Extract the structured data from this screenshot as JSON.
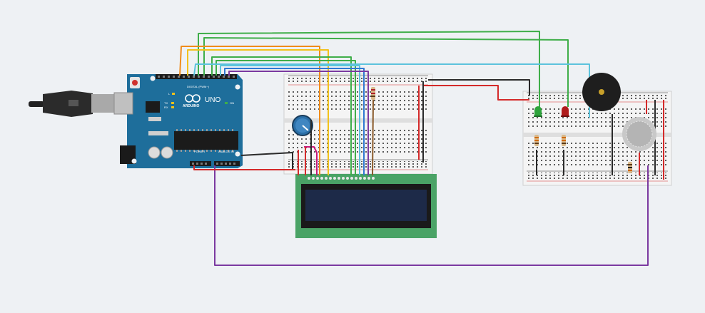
{
  "canvas": {
    "background": "#eef1f4"
  },
  "arduino": {
    "brand": "UNO",
    "logo_text": "ARDUINO",
    "digital_header": "DIGITAL (PWM~)",
    "analog_header": "ANALOG IN",
    "power_header": "POWER",
    "tx_label": "TX",
    "rx_label": "RX",
    "l_label": "L",
    "on_label": "ON",
    "board_color": "#1e6e9b"
  },
  "lcd": {
    "board_color": "#4aa366",
    "screen_color": "#1d2a48"
  },
  "wire_colors": {
    "green": "#3fae49",
    "orange": "#f08c1a",
    "yellow": "#f2c21b",
    "cyan": "#5cc3dc",
    "blue": "#2f78d2",
    "purple": "#7b3aa0",
    "red": "#d42a2a",
    "black": "#2a2a2a",
    "magenta": "#c9197a",
    "brown": "#8a5a2a"
  },
  "components": {
    "led_green": "#2ea43c",
    "led_red": "#b01c1c",
    "buzzer": "#1e1e1e",
    "gas_sensor": "#c8c8c8",
    "potentiometer": "#2a6ea6"
  }
}
